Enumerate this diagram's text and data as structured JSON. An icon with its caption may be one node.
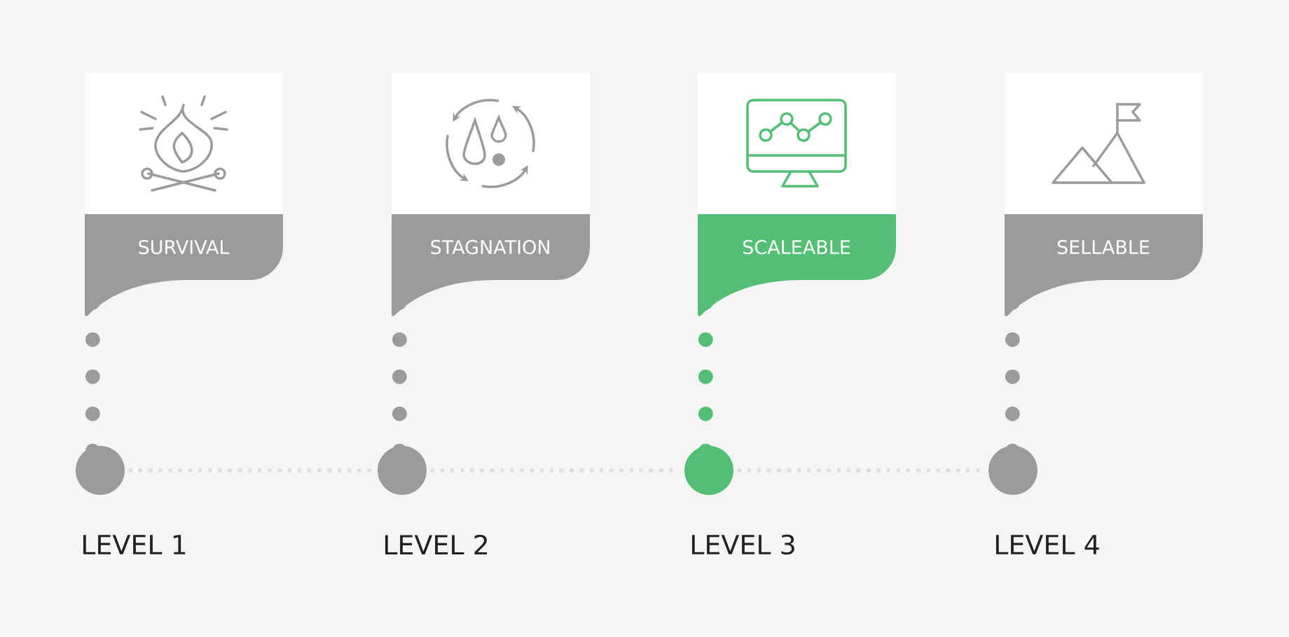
{
  "diagram": {
    "nodes": [
      {
        "text": [
          "SURVIVAL"
        ]
      },
      {
        "text": [
          "STAGNATION"
        ]
      },
      {
        "text": [
          "SCALEABLE"
        ]
      },
      {
        "text": [
          "SELLABLE"
        ]
      },
      {
        "text": [],
        "shape": "circle",
        "beside": [
          "LEVEL 1"
        ]
      },
      {
        "text": [],
        "shape": "circle",
        "beside": [
          "LEVEL 2"
        ]
      },
      {
        "text": [],
        "shape": "circle",
        "beside": [
          "LEVEL 3"
        ]
      },
      {
        "text": [],
        "shape": "circle",
        "beside": [
          "LEVEL 4"
        ]
      }
    ],
    "edges": [
      {
        "from": 0,
        "to": 4,
        "arrow": "none",
        "color": "#9b9b9b"
      },
      {
        "from": 1,
        "to": 5,
        "arrow": "none",
        "color": "#9b9b9b"
      },
      {
        "from": 2,
        "to": 6,
        "arrow": "none",
        "color": "#52bf75"
      },
      {
        "from": 3,
        "to": 7,
        "arrow": "none",
        "color": "#9b9b9b"
      },
      {
        "from": 4,
        "to": 5,
        "arrow": "none",
        "color": "#dddddd"
      },
      {
        "from": 5,
        "to": 6,
        "arrow": "none",
        "color": "#dddddd"
      },
      {
        "from": 6,
        "to": 7,
        "arrow": "none",
        "color": "#dddddd"
      }
    ]
  }
}
